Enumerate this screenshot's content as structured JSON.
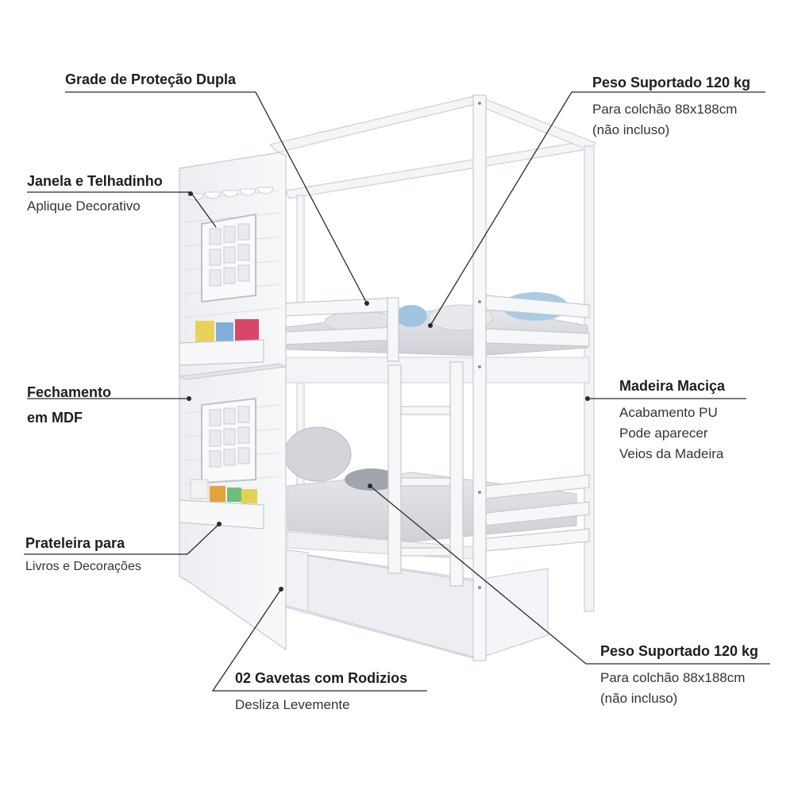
{
  "labels": {
    "grade": {
      "title": "Grade de Proteção Dupla"
    },
    "peso_top": {
      "title": "Peso Suportado 120 kg",
      "lines": [
        "Para colchão 88x188cm",
        "(não incluso)"
      ]
    },
    "janela": {
      "title": "Janela e Telhadinho",
      "lines": [
        "Aplique Decorativo"
      ]
    },
    "fechamento": {
      "title_lines": [
        "Fechamento",
        "em MDF"
      ]
    },
    "madeira": {
      "title": "Madeira Maciça",
      "lines": [
        "Acabamento PU",
        "Pode aparecer",
        "Veios da Madeira"
      ]
    },
    "prateleira": {
      "title": "Prateleira para",
      "lines": [
        "Livros e Decorações"
      ]
    },
    "peso_bottom": {
      "title": "Peso Suportado 120 kg",
      "lines": [
        "Para colchão 88x188cm",
        "(não incluso)"
      ]
    },
    "gavetas": {
      "title": "02 Gavetas com Rodizios",
      "lines": [
        "Desliza Levemente"
      ]
    }
  },
  "colors": {
    "frame": "#f3f4f7",
    "frame_edge": "#c9ccd3",
    "mattress": "#dcdde1",
    "pillow_blue": "#a9cbe3",
    "pillow_gray": "#b9bcc3",
    "leader": "#2a2a2a"
  }
}
